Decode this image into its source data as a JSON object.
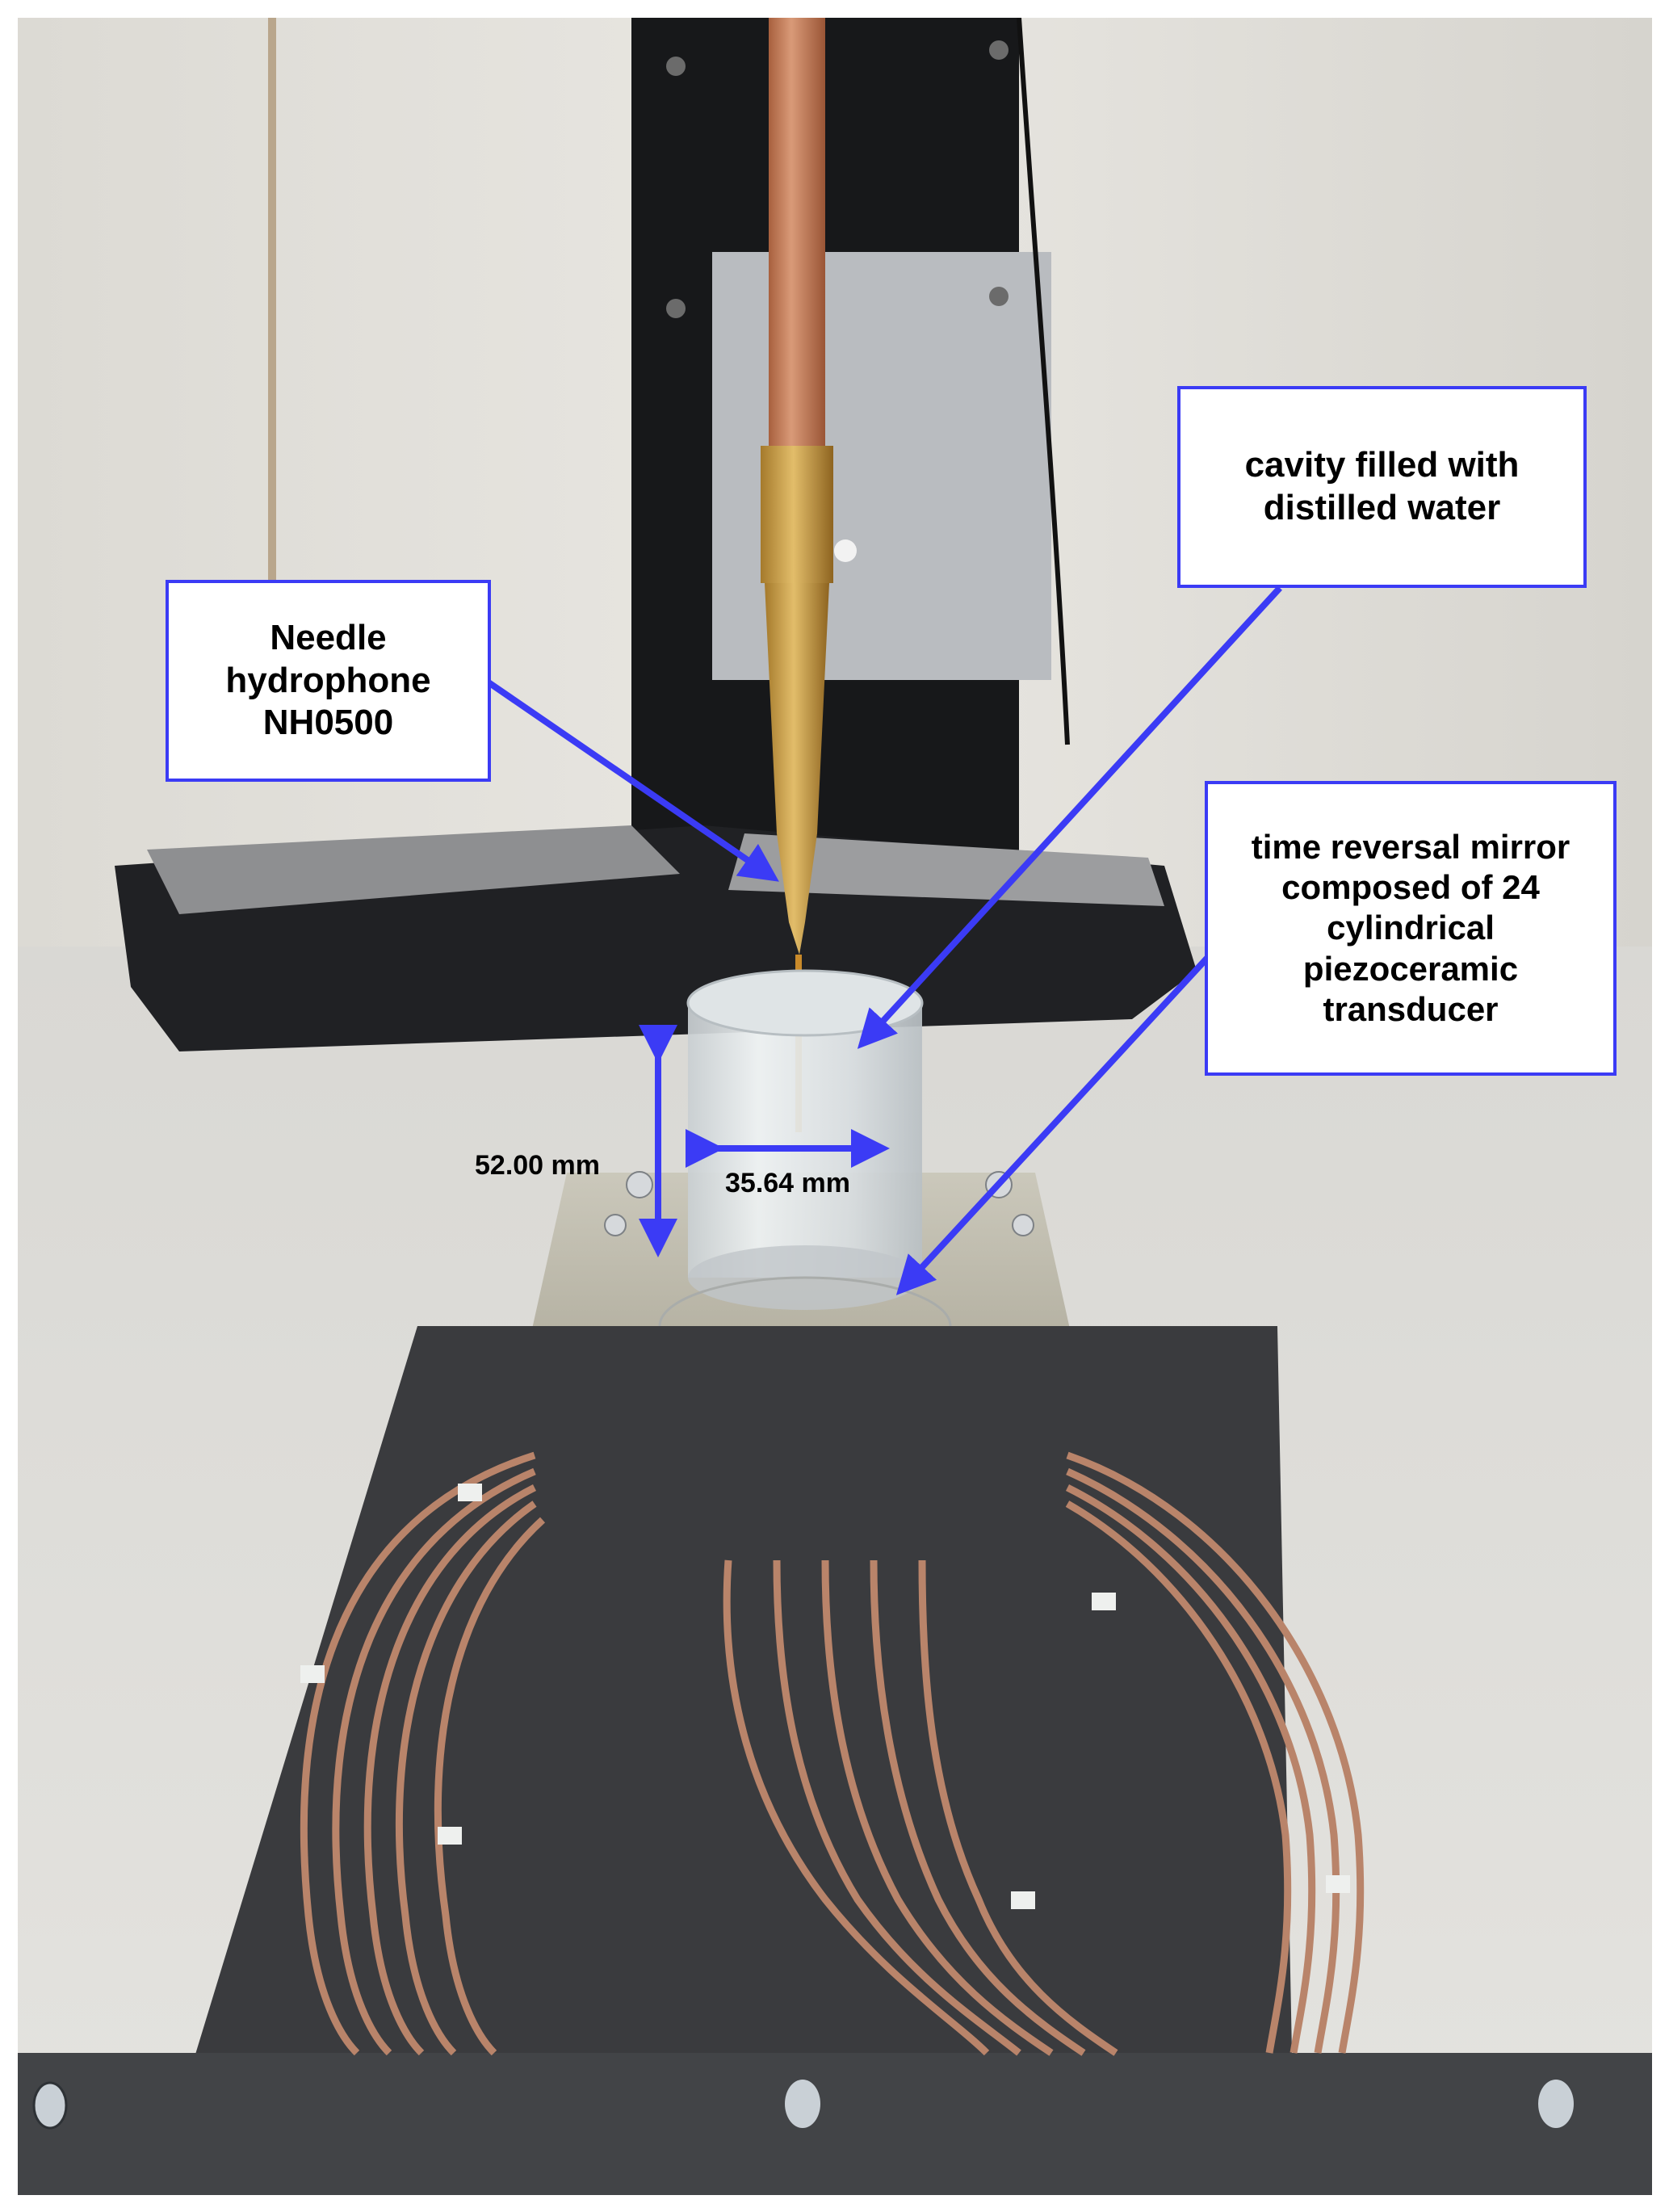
{
  "figure": {
    "description": "Photograph of experimental setup: needle hydrophone above a water-filled cylindrical cavity mounted on a time reversal mirror",
    "accent_color": "#3b3bf5"
  },
  "labels": {
    "hydrophone": {
      "lines": [
        "Needle",
        "hydrophone",
        "NH0500"
      ]
    },
    "cavity": {
      "lines": [
        "cavity filled with",
        "distilled water"
      ]
    },
    "mirror": {
      "lines": [
        "time reversal mirror",
        "composed of 24",
        "cylindrical",
        "piezoceramic",
        "transducer"
      ]
    }
  },
  "measurements": {
    "height": "52.00 mm",
    "diameter": "35.64 mm"
  }
}
